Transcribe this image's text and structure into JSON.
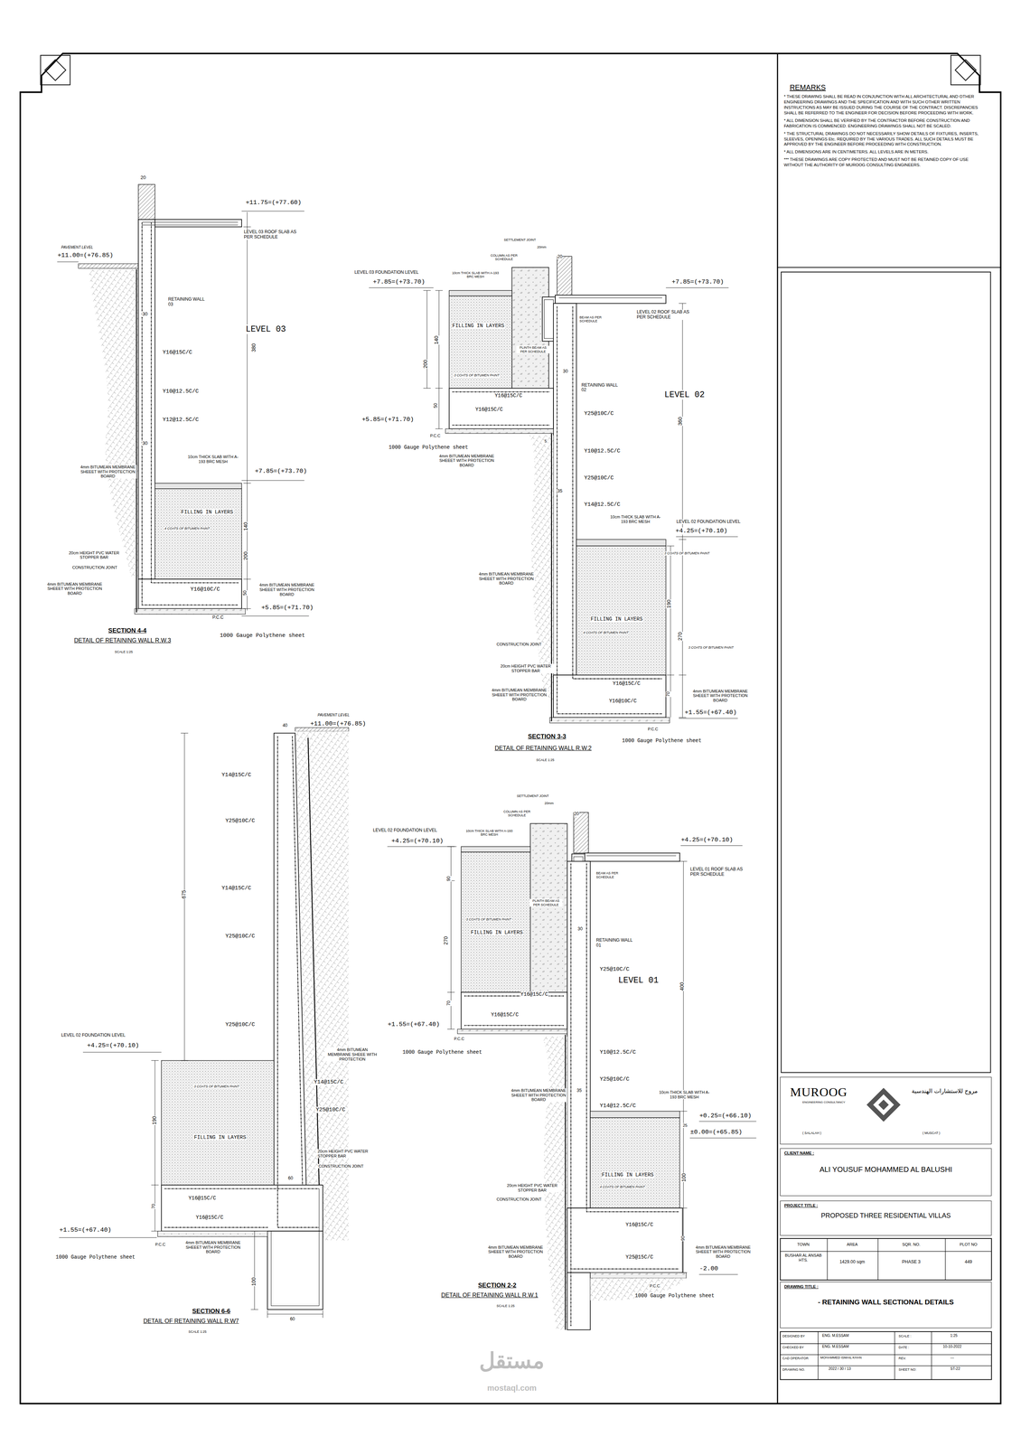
{
  "diagram": {
    "nodes": [
      {
        "text": [
          "REMARKS",
          "* THESE DRAWING SHALL BE READ IN CONJUNCTION WITH ALL ARCHITECTURAL AND OTHER ENGINEERING DRAWINGS AND THE SPECIFICATION AND WITH SUCH OTHER WRITTEN INSTRUCTIONS AS MAY BE ISSUED DURING THE COURSE OF THE CONTRACT. DISCREPANCIES SHALL BE REFERRED TO THE ENGINEER FOR DECISION BEFORE PROCEEDING WITH WORK.",
          "* ALL DIMENSION SHALL BE VERIFIED BY THE CONTRACTOR BEFORE CONSTRUCTION AND FABRICATION IS COMMENCED. ENGINEERING DRAWINGS SHALL NOT BE SCALED.",
          "* THE STRUCTURAL DRAWINGS DO NOT NECESSARILY SHOW DETAILS OF FIXTURES, INSERTS, SLEEVES, OPENINGS Etc. REQUIRED BY THE VARIOUS TRADES. ALL SUCH DETAILS MUST BE APPROVED BY THE ENGINEER BEFORE PROCEEDING WITH CONSTRUCTION.",
          "* ALL DIMENSIONS ARE IN CENTIMETERS. ALL LEVELS ARE IN METERS.",
          "*** THESE DRAWINGS ARE COPY PROTECTED AND MUST NOT BE RETAINED COPY OF USE WITHOUT THE AUTHORITY OF MUROOG CONSULTING ENGINEERS."
        ]
      },
      {
        "text": [
          "MUROOG",
          "ENGINEERING CONSULTANCY",
          "مروج للاستشارات الهندسية",
          "( SALALAH )",
          "( MUSCAT )"
        ]
      },
      {
        "text": [
          "CLIENT NAME :",
          "ALI YOUSUF MOHAMMED AL BALUSHI"
        ]
      },
      {
        "text": [
          "PROJECT TITLE :",
          "PROPOSED THREE RESIDENTIAL VILLAS"
        ]
      },
      {
        "text": [
          "DRAWING TITLE :",
          "- RETAINING WALL SECTIONAL DETAILS"
        ]
      }
    ],
    "labels": [
      "20",
      "+11.75=(+77.60)",
      "PAVEMENT LEVEL",
      "+11.00=(+76.85)",
      "LEVEL 03 ROOF SLAB AS PER SCHEDULE",
      "RETAINING WALL 03",
      "30",
      "LEVEL 03",
      "380",
      "Y16@15C/C",
      "Y10@12.5C/C",
      "Y12@12.5C/C",
      "30",
      "10cm THICK SLAB WITH A-193 BRC MESH",
      "+7.85=(+73.70)",
      "4mm BITUMEAN MEMBRANE SHEEET WITH PROTECTION BOARD",
      "FILLING IN LAYERS",
      "4 COATS OF BITUMEN PAINT",
      "140",
      "200",
      "20cm HEIGHT PVC WATER STOPPER BAR",
      "CONSTRUCTION JOINT",
      "4mm BITUMEAN MEMBRANE SHEEET WITH PROTECTION BOARD",
      "Y16@10C/C",
      "4mm BITUMEAN MEMBRANE SHEEET WITH PROTECTION BOARD",
      "50",
      "+5.85=(+71.70)",
      "P.C.C",
      "SECTION 4-4",
      "1000 Gauge Polythene sheet",
      "DETAIL OF RETAINING WALL R.W.3",
      "SCALE 1:25",
      "SETTLEMENT JOINT",
      "20mm",
      "COLUMN AS PER SCHEDULE",
      "20",
      "LEVEL 03 FOUNDATION LEVEL",
      "+7.85=(+73.70)",
      "10cm THICK SLAB WITH A-193 BRC MESH",
      "+7.85=(+73.70)",
      "LEVEL 02 ROOF SLAB AS PER SCHEDULE",
      "BEAM AS PER SCHEDULE",
      "FILLING IN LAYERS",
      "140",
      "PLINTH BEAM AS PER SCHEDULE",
      "200",
      "3 COATS OF BITUMEN PAINT",
      "30",
      "RETAINING WALL 02",
      "Y16@15C/C",
      "LEVEL 02",
      "50",
      "Y16@15C/C",
      "Y25@10C/C",
      "360",
      "+5.85=(+71.70)",
      "P.C.C",
      "5",
      "1000 Gauge Polythene sheet",
      "Y10@12.5C/C",
      "4mm BITUMEAN MEMBRANE SHEEET WITH PROTECTION BOARD",
      "Y25@10C/C",
      "35",
      "Y14@12.5C/C",
      "10cm THICK SLAB WITH A-193 BRC MESH",
      "LEVEL 02 FOUNDATION LEVEL",
      "+4.25=(+70.10)",
      "3 COATS OF BITUMEN PAINT",
      "4mm BITUMEAN MEMBRANE SHEEET WITH PROTECTION BOARD",
      "190",
      "FILLING IN LAYERS",
      "4 COATS OF BITUMEN PAINT",
      "270",
      "CONSTRUCTION JOINT",
      "3 COATS OF BITUMEN PAINT",
      "20cm HEIGHT PVC WATER STOPPER BAR",
      "Y16@15C/C",
      "4mm BITUMEAN MEMBRANE SHEEET WITH PROTECTION BOARD",
      "70",
      "4mm BITUMEAN MEMBRANE SHEEET WITH PROTECTION BOARD",
      "Y16@10C/C",
      "+1.55=(+67.40)",
      "P.C.C",
      "SECTION 3-3",
      "1000 Gauge Polythene sheet",
      "DETAIL OF RETAINING WALL R.W.2",
      "SCALE 1:25",
      "PAVEMENT LEVEL",
      "40",
      "+11.00=(+76.85)",
      "Y14@15C/C",
      "Y25@10C/C",
      "675",
      "Y14@15C/C",
      "Y25@10C/C",
      "LEVEL 02 FOUNDATION LEVEL",
      "+4.25=(+70.10)",
      "Y25@10C/C",
      "4mm BITUMEAN MEMBRANE SHEEE WITH PROTECTION",
      "Y14@15C/C",
      "3 COATS OF BITUMEN PAINT",
      "190",
      "Y25@10C/C",
      "FILLING IN LAYERS",
      "20cm HEIGHT PVC WATER STOPPER BAR",
      "CONSTRUCTION JOINT",
      "60",
      "Y16@15C/C",
      "70",
      "Y16@15C/C",
      "+1.55=(+67.40)",
      "4mm BITUMEAN MEMBRANE SHEEET WITH PROTECTION BOARD",
      "P.C.C",
      "1000 Gauge Polythene sheet",
      "100",
      "SECTION 6-6",
      "60",
      "DETAIL OF RETAINING WALL R.W7",
      "SCALE 1:25",
      "SETTLEMENT JOINT",
      "20mm",
      "COLUMN AS PER SCHEDULE",
      "20",
      "LEVEL 02 FOUNDATION LEVEL",
      "+4.25=(+70.10)",
      "10cm THICK SLAB WITH A-193 BRC MESH",
      "+4.25=(+70.10)",
      "LEVEL 01 ROOF SLAB AS PER SCHEDULE",
      "BEAM AS PER SCHEDULE",
      "90",
      "PLINTH BEAM AS PER SCHEDULE",
      "3 COATS OF BITUMEN PAINT",
      "30",
      "FILLING IN LAYERS",
      "270",
      "RETAINING WALL 01",
      "Y25@10C/C",
      "LEVEL 01",
      "400",
      "Y16@15C/C",
      "70",
      "Y16@15C/C",
      "+1.55=(+67.40)",
      "P.C.C",
      "1000 Gauge Polythene sheet",
      "Y10@12.5C/C",
      "Y25@10C/C",
      "4mm BITUMEAN MEMBRANE SHEEET WITH PROTECTION BOARD",
      "35",
      "Y14@12.5C/C",
      "10cm THICK SLAB WITH A-193 BRC MESH",
      "+0.25=(+66.10)",
      "25",
      "±0.00=(+65.85)",
      "FILLING IN LAYERS",
      "100",
      "4 COATS OF BITUMEN PAINT",
      "20cm HEIGHT PVC WATER STOPPER BAR",
      "CONSTRUCTION JOINT",
      "Y16@15C/C",
      "90",
      "4mm BITUMEAN MEMBRANE SHEEET WITH PROTECTION BOARD",
      "4mm BITUMEAN MEMBRANE SHEEET WITH PROTECTION BOARD",
      "Y25@15C/C",
      "-2.00",
      "SECTION 2-2",
      "P.C.C",
      "DETAIL OF RETAINING WALL R.W.1",
      "1000 Gauge Polythene sheet",
      "SCALE 1:25",
      "TOWN",
      "AREA",
      "SQR. NO.",
      "PLOT NO",
      "BUSHAR AL ANSAB HTS.",
      "1429.00 sqm",
      "PHASE 3",
      "449",
      "DESIGNED BY",
      "ENG. M.ESSAM",
      "SCALE :",
      "1:25",
      "CHECKED BY",
      "ENG. M.ESSAM",
      "DATE :",
      "10-10-2022",
      "CAD OPERATOR",
      "MOHAMMED ISMAIL KHAN",
      "REV.",
      "---",
      "DRAWING NO.",
      "2022 / 30 / 13",
      "SHEET NO:",
      "ST-22",
      "مستقل",
      "mostaql.com"
    ]
  }
}
